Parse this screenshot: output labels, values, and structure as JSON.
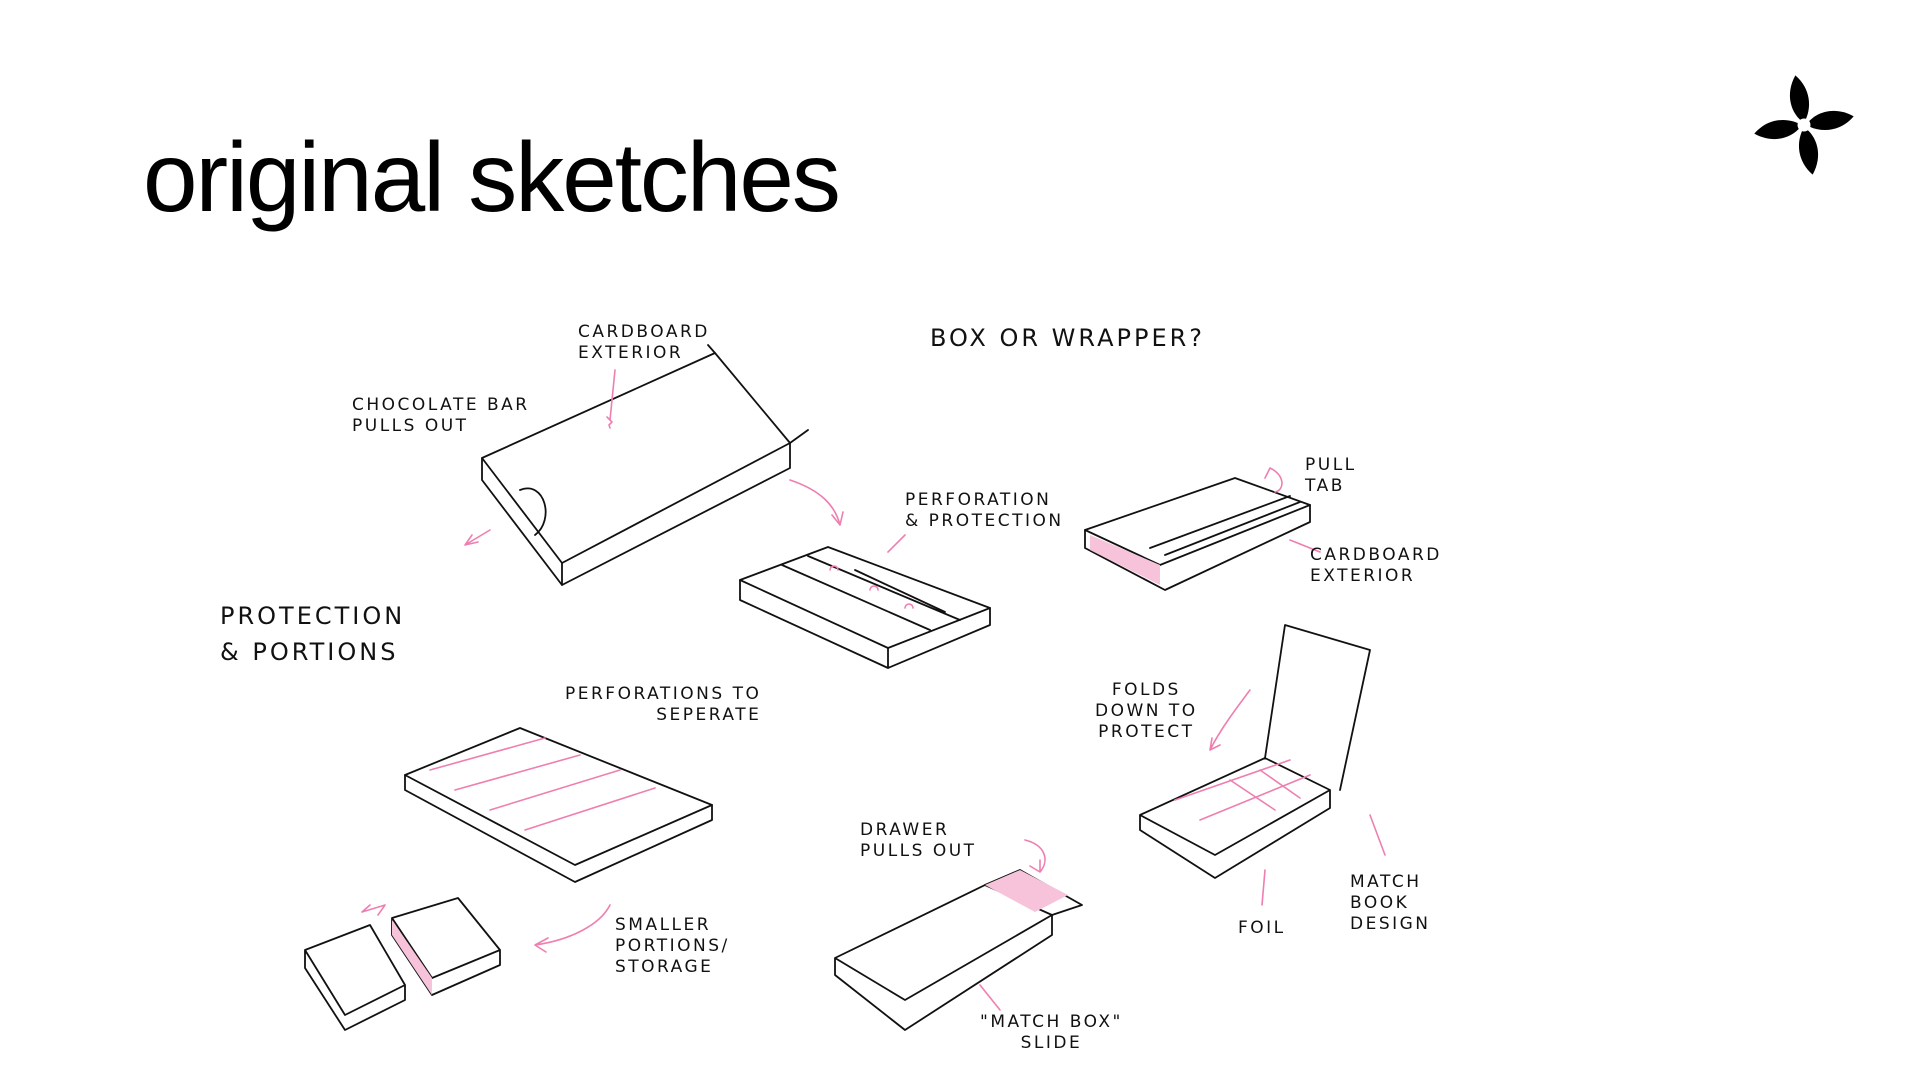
{
  "slide": {
    "title": "original sketches",
    "logo_icon": "four-petal-flower-icon",
    "colors": {
      "ink": "#111111",
      "accent_pink": "#ee7fb0",
      "background": "#ffffff"
    }
  },
  "annotations": {
    "cardboard_exterior_top": "CARDBOARD\nEXTERIOR",
    "chocolate_bar_pulls_out": "CHOCOLATE BAR\nPULLS OUT",
    "box_or_wrapper": "BOX OR WRAPPER?",
    "perforation_protection": "PERFORATION\n& PROTECTION",
    "pull_tab": "PULL\nTAB",
    "cardboard_exterior_right": "CARDBOARD\nEXTERIOR",
    "protection_portions": "PROTECTION\n& PORTIONS",
    "perforations_to_seperate": "PERFORATIONS TO\nSEPERATE",
    "folds_down_to_protect": "FOLDS\nDOWN TO\nPROTECT",
    "drawer_pulls_out": "DRAWER\nPULLS OUT",
    "smaller_portions_storage": "SMALLER\nPORTIONS/\nSTORAGE",
    "foil": "FOIL",
    "match_book_design": "MATCH\nBOOK\nDESIGN",
    "match_box_slide": "\"MATCH BOX\"\nSLIDE"
  }
}
